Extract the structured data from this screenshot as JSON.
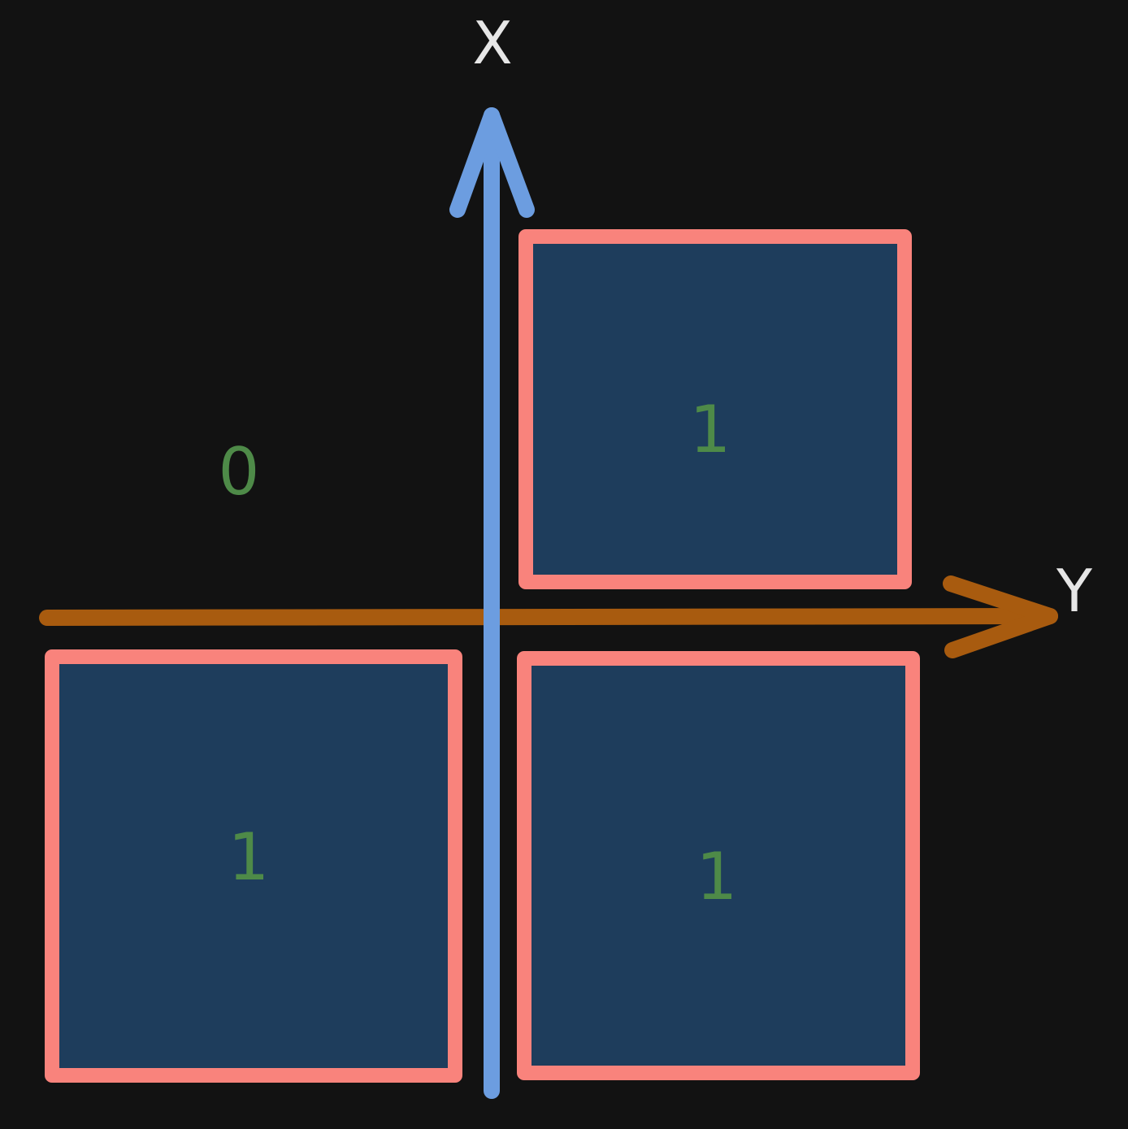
{
  "colors": {
    "background": "#121212",
    "x_axis": "#6c9de0",
    "y_axis": "#a85b0f",
    "box_border": "#f9837c",
    "box_fill": "#1e3d5c",
    "value_text": "#4e8a48",
    "axis_label": "#e6e6e6"
  },
  "axes": {
    "x_label": "X",
    "y_label": "Y"
  },
  "regions": {
    "top_left": {
      "value": "0",
      "filled": false
    },
    "top_right": {
      "value": "1",
      "filled": true
    },
    "bottom_left": {
      "value": "1",
      "filled": true
    },
    "bottom_right": {
      "value": "1",
      "filled": true
    }
  }
}
